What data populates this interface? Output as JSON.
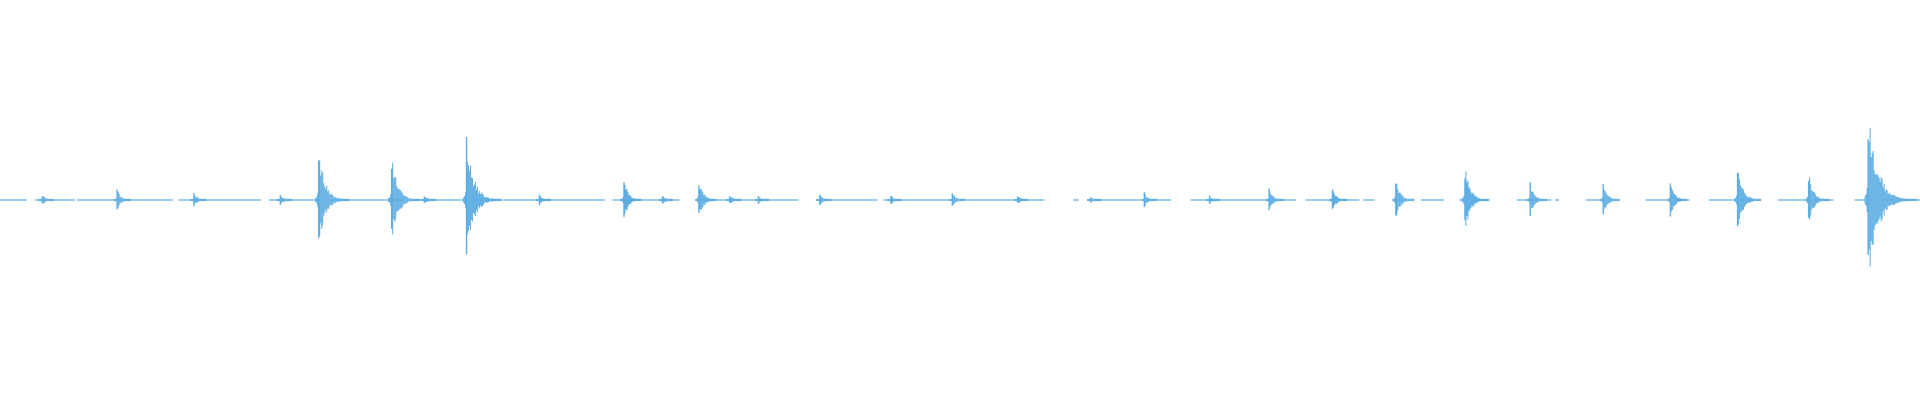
{
  "waveform": {
    "color": "#5dade2",
    "background": "#ffffff",
    "duration": 1.0,
    "baseline_amplitude": 0.006,
    "segments": [
      [
        0.0,
        0.014
      ],
      [
        0.018,
        0.024
      ],
      [
        0.026,
        0.039
      ],
      [
        0.04,
        0.06
      ],
      [
        0.064,
        0.09
      ],
      [
        0.093,
        0.136
      ],
      [
        0.14,
        0.168
      ],
      [
        0.172,
        0.21
      ],
      [
        0.214,
        0.258
      ],
      [
        0.262,
        0.315
      ],
      [
        0.319,
        0.354
      ],
      [
        0.362,
        0.416
      ],
      [
        0.425,
        0.457
      ],
      [
        0.46,
        0.495
      ],
      [
        0.5,
        0.544
      ],
      [
        0.559,
        0.562
      ],
      [
        0.57,
        0.594
      ],
      [
        0.597,
        0.61
      ],
      [
        0.62,
        0.66
      ],
      [
        0.661,
        0.675
      ],
      [
        0.68,
        0.708
      ],
      [
        0.71,
        0.716
      ],
      [
        0.726,
        0.73
      ],
      [
        0.74,
        0.752
      ],
      [
        0.76,
        0.762
      ],
      [
        0.766,
        0.776
      ],
      [
        0.79,
        0.808
      ],
      [
        0.81,
        0.812
      ],
      [
        0.826,
        0.836
      ],
      [
        0.839,
        0.841
      ],
      [
        0.857,
        0.87
      ],
      [
        0.872,
        0.88
      ],
      [
        0.89,
        0.903
      ],
      [
        0.906,
        0.912
      ],
      [
        0.926,
        0.955
      ],
      [
        0.966,
        0.976
      ],
      [
        0.98,
        1.0
      ]
    ],
    "transients": [
      {
        "t": 0.022,
        "amp": 0.06
      },
      {
        "t": 0.061,
        "amp": 0.11
      },
      {
        "t": 0.101,
        "amp": 0.08
      },
      {
        "t": 0.146,
        "amp": 0.06
      },
      {
        "t": 0.166,
        "amp": 0.55
      },
      {
        "t": 0.204,
        "amp": 0.48
      },
      {
        "t": 0.221,
        "amp": 0.06
      },
      {
        "t": 0.243,
        "amp": 0.66
      },
      {
        "t": 0.281,
        "amp": 0.06
      },
      {
        "t": 0.325,
        "amp": 0.22
      },
      {
        "t": 0.345,
        "amp": 0.05
      },
      {
        "t": 0.364,
        "amp": 0.22
      },
      {
        "t": 0.38,
        "amp": 0.06
      },
      {
        "t": 0.395,
        "amp": 0.04
      },
      {
        "t": 0.427,
        "amp": 0.06
      },
      {
        "t": 0.464,
        "amp": 0.05
      },
      {
        "t": 0.496,
        "amp": 0.09
      },
      {
        "t": 0.53,
        "amp": 0.05
      },
      {
        "t": 0.568,
        "amp": 0.04
      },
      {
        "t": 0.596,
        "amp": 0.08
      },
      {
        "t": 0.63,
        "amp": 0.05
      },
      {
        "t": 0.661,
        "amp": 0.14
      },
      {
        "t": 0.694,
        "amp": 0.14
      },
      {
        "t": 0.727,
        "amp": 0.24
      },
      {
        "t": 0.763,
        "amp": 0.36
      },
      {
        "t": 0.797,
        "amp": 0.18
      },
      {
        "t": 0.835,
        "amp": 0.18
      },
      {
        "t": 0.87,
        "amp": 0.2
      },
      {
        "t": 0.905,
        "amp": 0.36
      },
      {
        "t": 0.942,
        "amp": 0.28
      },
      {
        "t": 0.973,
        "amp": 1.0
      }
    ]
  }
}
